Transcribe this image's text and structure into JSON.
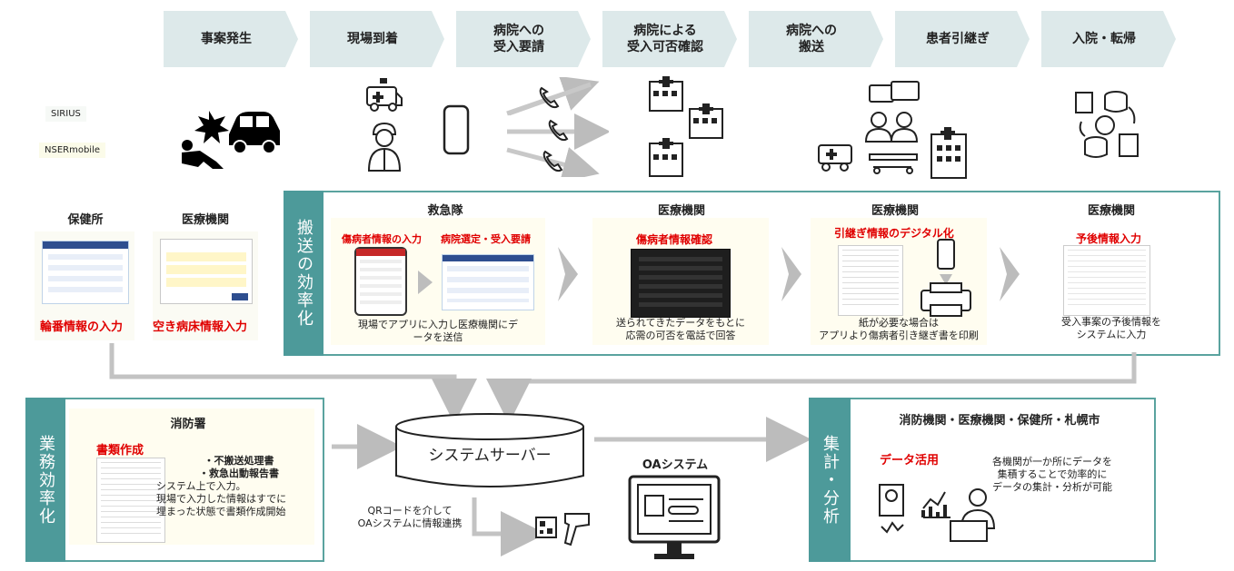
{
  "steps": [
    {
      "label": "事案発生"
    },
    {
      "label": "現場到着"
    },
    {
      "label": "病院への\n受入要請"
    },
    {
      "label": "病院による\n受入可否確認"
    },
    {
      "label": "病院への\n搬送"
    },
    {
      "label": "患者引継ぎ"
    },
    {
      "label": "入院・転帰"
    }
  ],
  "badges": {
    "sirius": "SIRIUS",
    "nser": "NSERmobile"
  },
  "left": {
    "hokenjo": "保健所",
    "iryo": "医療機関",
    "rinban": "輪番情報の入力",
    "akibyosho": "空き病床情報入力"
  },
  "transport": {
    "side": "搬送の効率化",
    "kyukyutai": "救急隊",
    "shobyosha_input": "傷病者情報の入力",
    "byoin_sentei": "病院選定・受入要請",
    "kyukyu_caption": "現場でアプリに入力し医療機関にデ\nータを送信",
    "iryo1": "医療機関",
    "shobyosha_confirm": "傷病者情報確認",
    "iryo1_caption": "送られてきたデータをもとに\n応需の可否を電話で回答",
    "iryo2": "医療機関",
    "hikitsugi": "引継ぎ情報のデジタル化",
    "iryo2_caption": "紙が必要な場合は\nアプリより傷病者引き継ぎ書を印刷",
    "iryo3": "医療機関",
    "yogo": "予後情報入力",
    "iryo3_caption": "受入事案の予後情報を\nシステムに入力"
  },
  "gyomu": {
    "side": "業務効率化",
    "shobosho": "消防署",
    "shorui": "書類作成",
    "bullets": "・不搬送処理書\n・救急出動報告書",
    "caption": "システム上で入力。\n現場で入力した情報はすでに\n埋まった状態で書類作成開始"
  },
  "server": {
    "label": "システムサーバー",
    "qr_caption": "QRコードを介して\nOAシステムに情報連携",
    "oa": "OAシステム"
  },
  "shukei": {
    "side": "集計・分析",
    "header": "消防機関・医療機関・保健所・札幌市",
    "data_katsuyo": "データ活用",
    "caption": "各機関が一か所にデータを\n集積することで効率的に\nデータの集計・分析が可能"
  },
  "colors": {
    "teal": "#4d9a9a",
    "red": "#e00000",
    "step_bg": "#dde9ea",
    "arrow": "#bcbcbc"
  }
}
